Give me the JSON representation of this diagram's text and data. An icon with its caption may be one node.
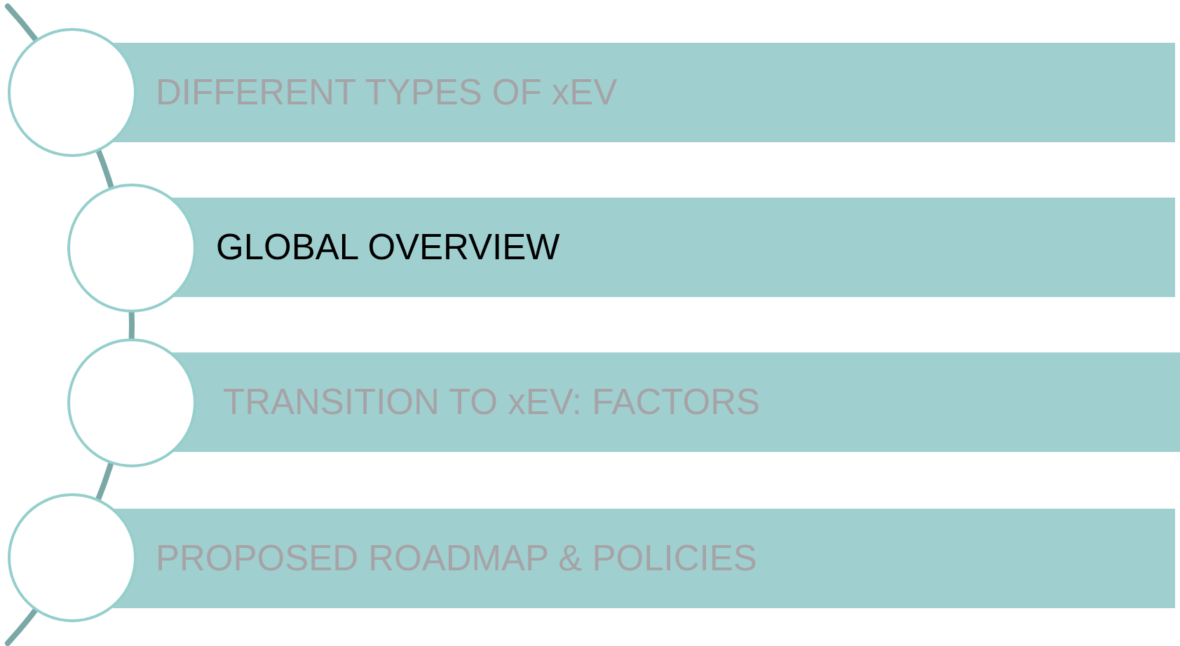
{
  "diagram": {
    "nodes": [
      {
        "text": [],
        "shape": "circle"
      },
      {
        "text": [
          "DIFFERENT TYPES OF xEV"
        ]
      },
      {
        "text": [],
        "shape": "circle"
      },
      {
        "text": [
          "GLOBAL OVERVIEW"
        ]
      },
      {
        "text": [],
        "shape": "circle"
      },
      {
        "text": [
          "TRANSITION TO xEV: FACTORS"
        ]
      },
      {
        "text": [],
        "shape": "circle"
      },
      {
        "text": [
          "PROPOSED ROADMAP & POLICIES"
        ]
      }
    ]
  }
}
